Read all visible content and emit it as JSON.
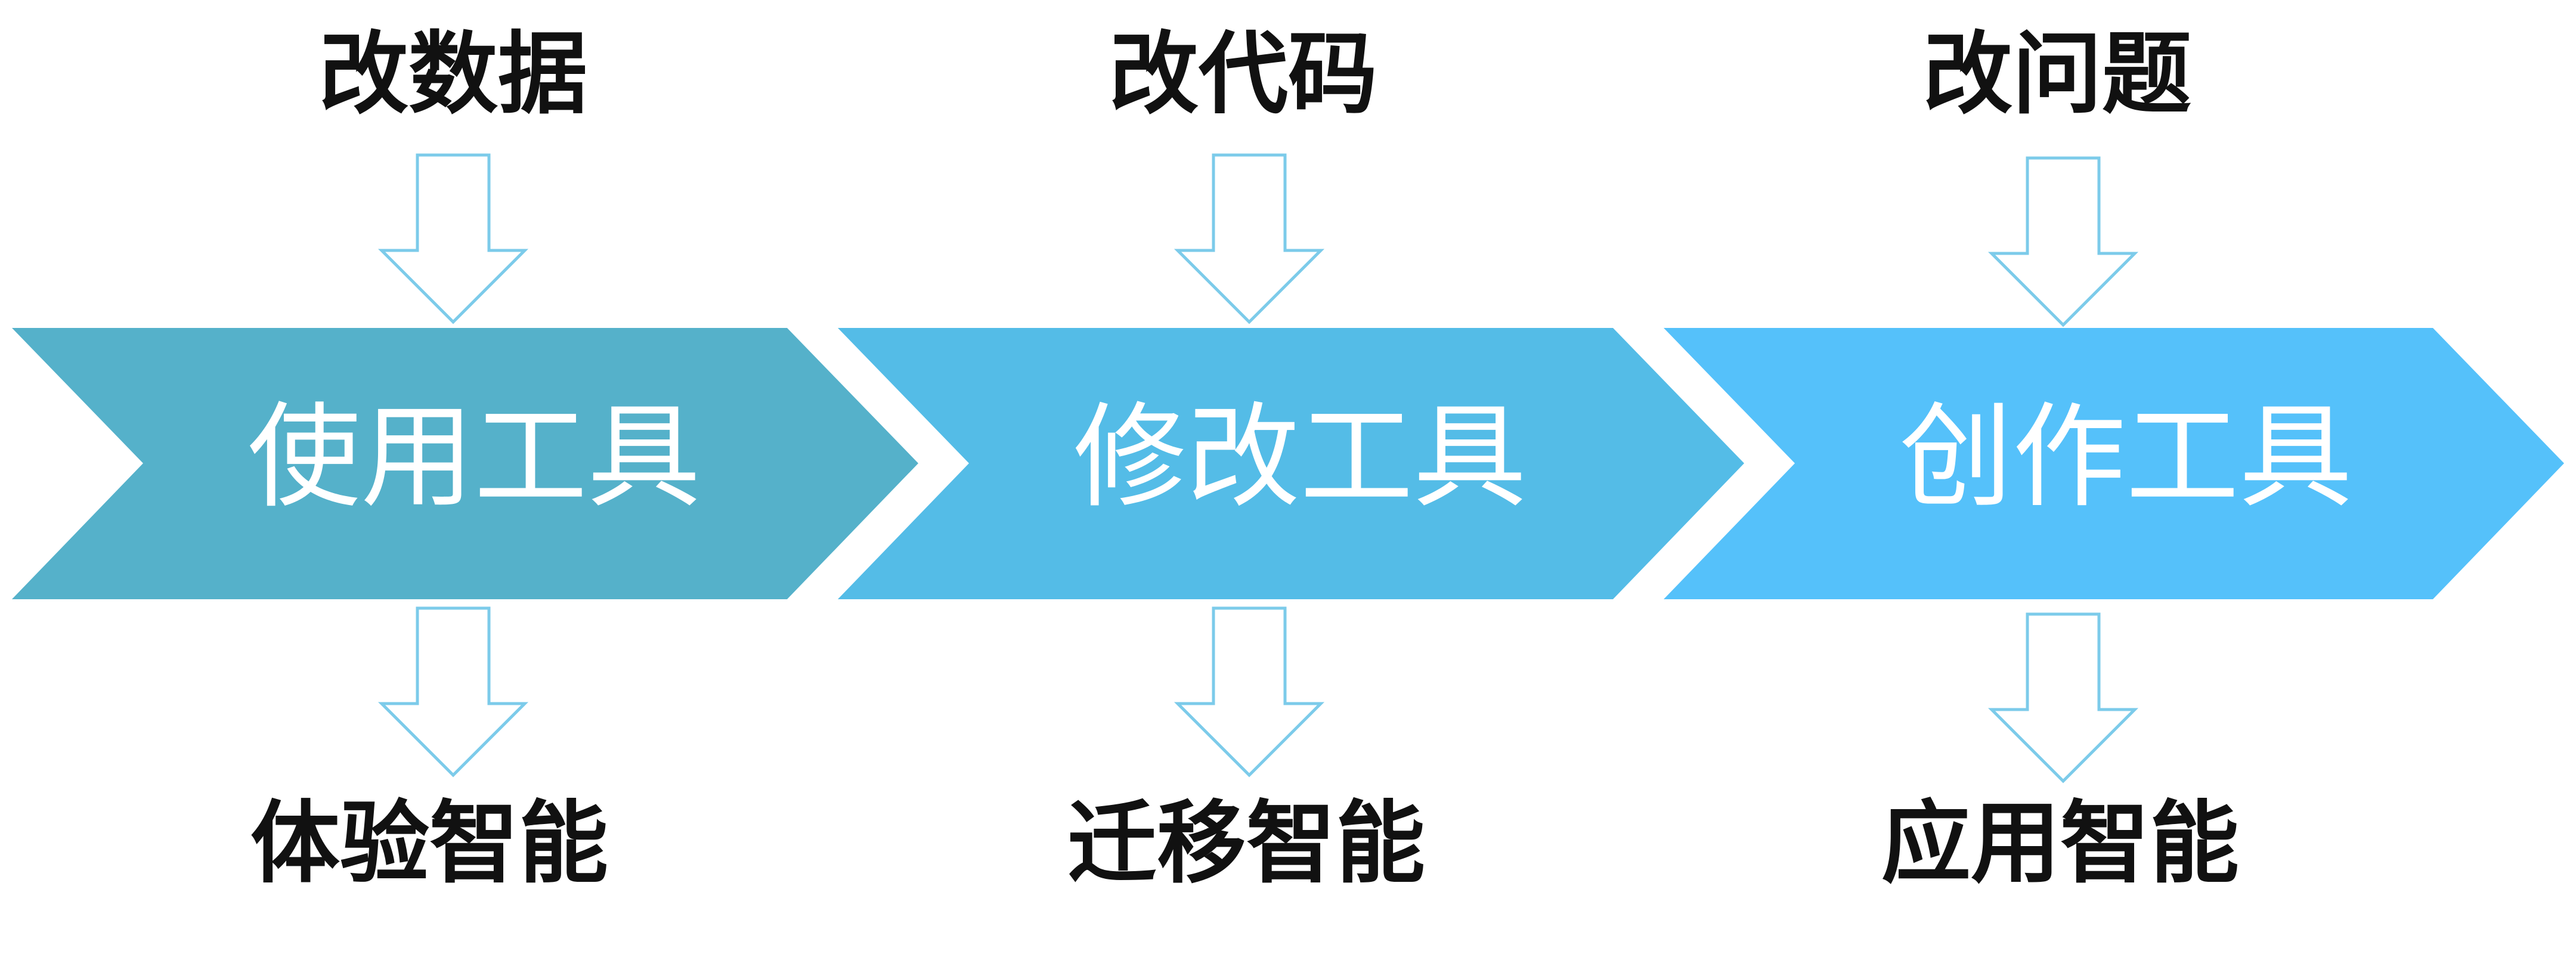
{
  "colors": {
    "chevron_1": "#55B1CA",
    "chevron_2": "#54BCE7",
    "chevron_3": "#55C1FA",
    "arrow_outline": "#7CCBEA",
    "stage_text": "#FFFFFF",
    "outer_text": "#111111"
  },
  "stages": [
    {
      "top_label": "改数据",
      "stage_label": "使用工具",
      "bottom_label": "体验智能"
    },
    {
      "top_label": "改代码",
      "stage_label": "修改工具",
      "bottom_label": "迁移智能"
    },
    {
      "top_label": "改问题",
      "stage_label": "创作工具",
      "bottom_label": "应用智能"
    }
  ]
}
